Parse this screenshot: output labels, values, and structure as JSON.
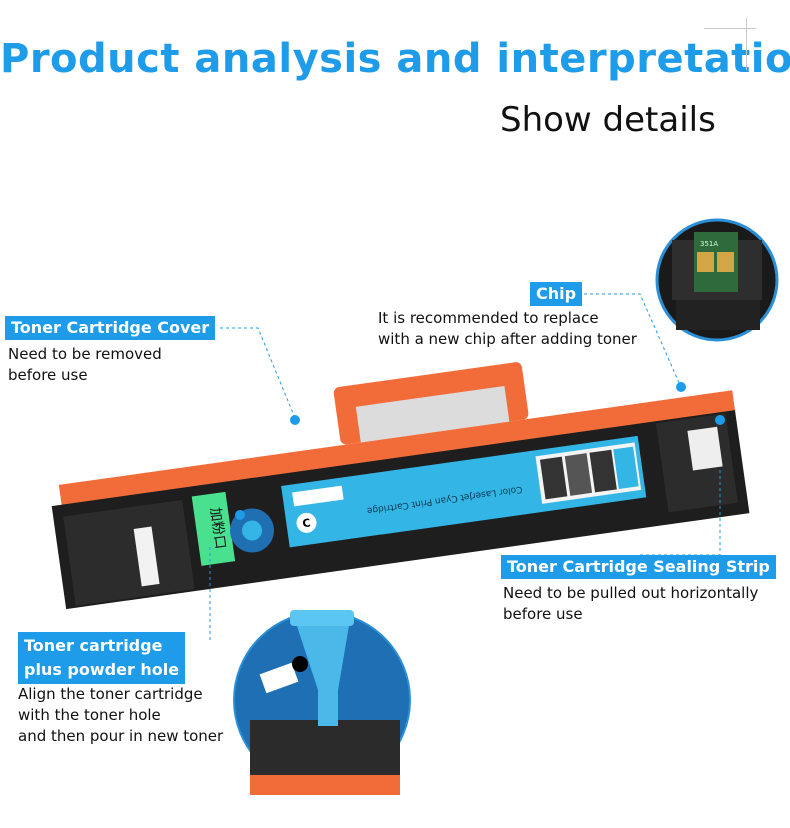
{
  "header": {
    "title": "Product analysis and interpretation",
    "subtitle": "Show details"
  },
  "colors": {
    "accent": "#1e9be9",
    "cartridge_body": "#1e1e1e",
    "orange_top": "#f26c3a",
    "cyan_label": "#33b5e5"
  },
  "callouts": {
    "cover": {
      "label": "Toner Cartridge Cover",
      "lines": [
        "Need to be removed",
        "before use"
      ]
    },
    "chip": {
      "label": "Chip",
      "lines": [
        "It is recommended to replace",
        "with a new chip after adding toner"
      ]
    },
    "sealing": {
      "label": "Toner Cartridge Sealing Strip",
      "lines": [
        "Need to be pulled out horizontally",
        "before use"
      ]
    },
    "powder": {
      "label_lines": [
        "Toner cartridge",
        "plus powder hole"
      ],
      "lines": [
        "Align the toner cartridge",
        "with the toner hole",
        "and then pour in new toner"
      ]
    }
  },
  "product": {
    "side_label": "加粉口",
    "body_label": "Color LaserJet Cyan Print Cartridge",
    "color_mark": "C",
    "chip_code": "351A"
  }
}
